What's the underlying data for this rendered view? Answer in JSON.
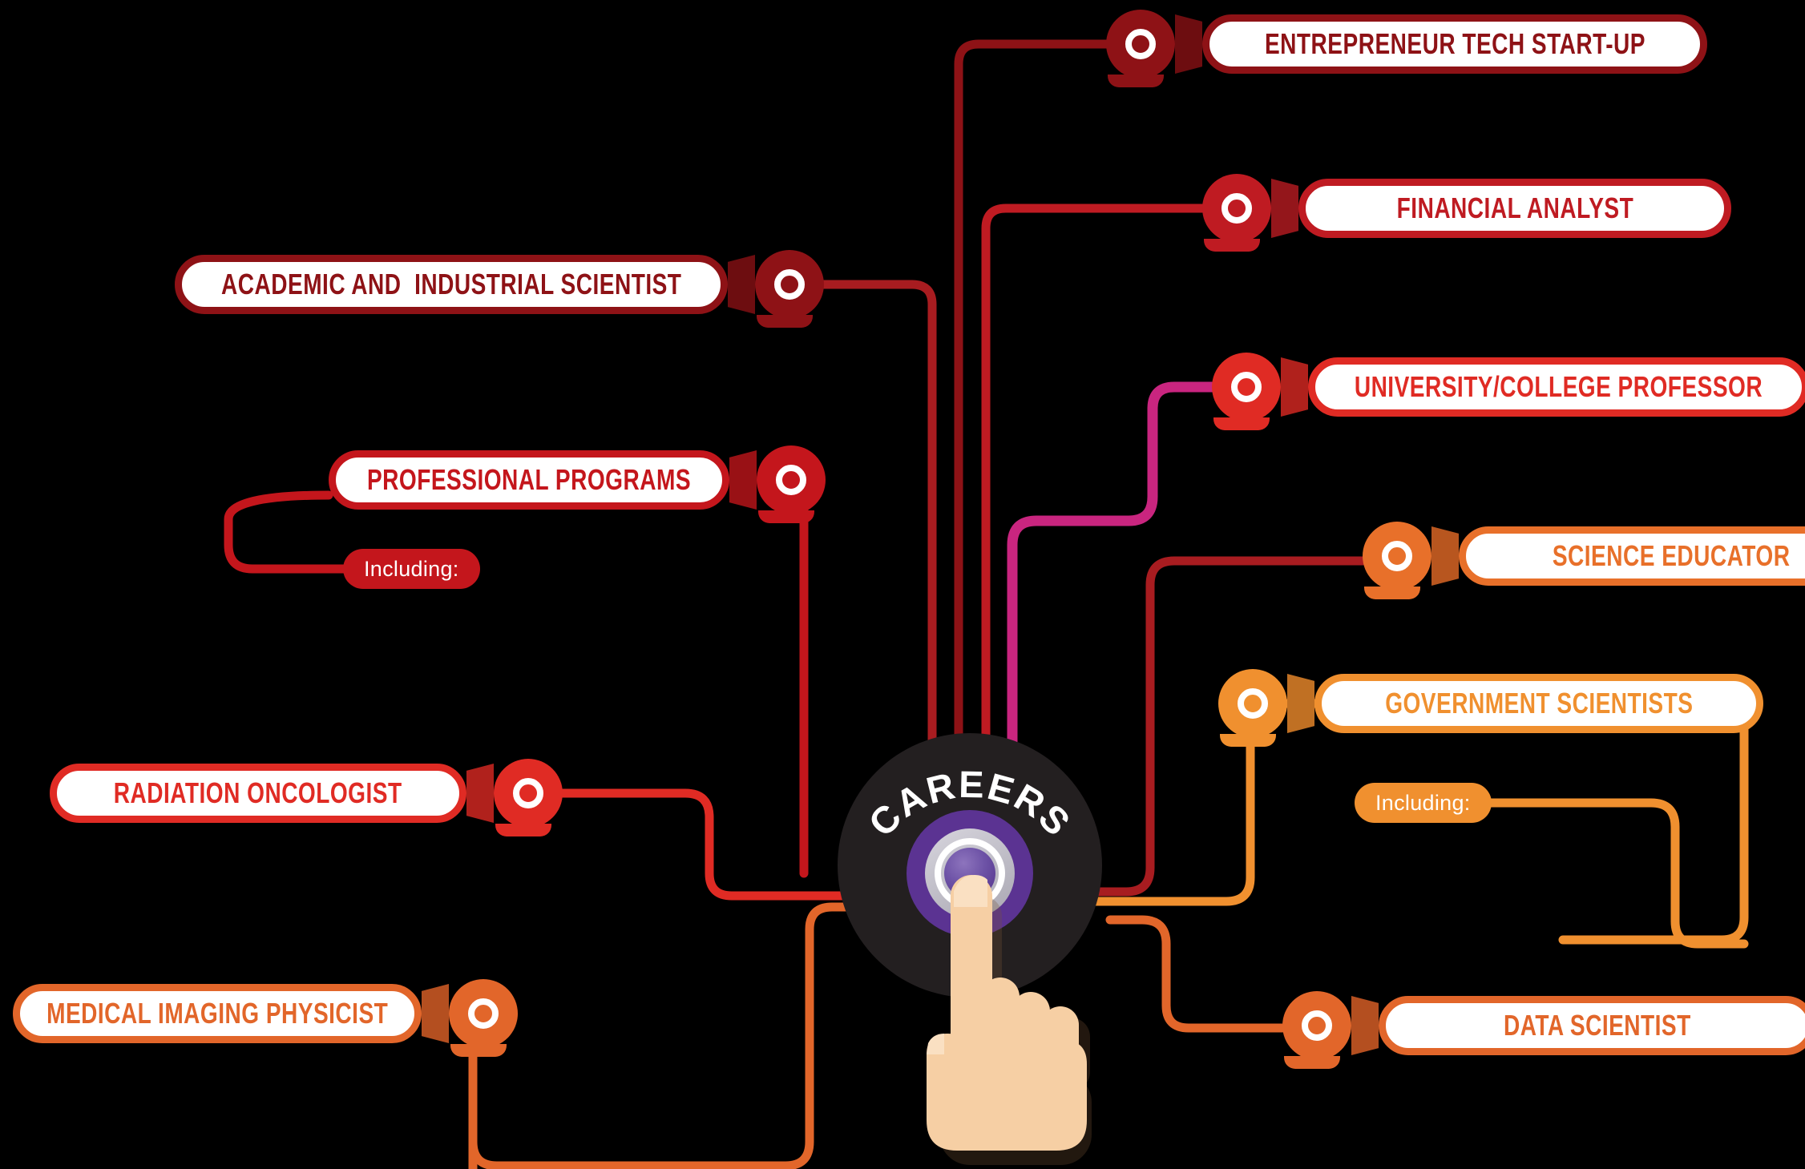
{
  "hub": {
    "title": "CAREERS",
    "disc_color": "#231f20",
    "button_color": "#5b3392",
    "hand_color": "#f6cfa4"
  },
  "colors": {
    "dark_red": "#8e1216",
    "deep_red": "#a81c20",
    "mid_red": "#c4161c",
    "bright_red": "#e02b24",
    "crimson": "#d8262c",
    "magenta": "#c9257f",
    "orange_deep": "#e2662a",
    "orange": "#e8762c",
    "orange_light": "#f0902f",
    "white": "#ffffff",
    "black": "#000000"
  },
  "nodes": [
    {
      "id": "entrepreneur-tech-start-up",
      "label": "ENTREPRENEUR TECH START-UP",
      "color": "#8e1216",
      "text_color": "#8e1216",
      "side": "right"
    },
    {
      "id": "financial-analyst",
      "label": "FINANCIAL ANALYST",
      "color": "#bf1b22",
      "text_color": "#bf1b22",
      "side": "right"
    },
    {
      "id": "university-college-professor",
      "label": "UNIVERSITY/COLLEGE PROFESSOR",
      "color": "#e02b24",
      "text_color": "#e02b24",
      "side": "right"
    },
    {
      "id": "science-educator",
      "label": "SCIENCE EDUCATOR",
      "color": "#e8702a",
      "text_color": "#e8702a",
      "side": "right"
    },
    {
      "id": "government-scientists",
      "label": "GOVERNMENT SCIENTISTS",
      "color": "#f0902f",
      "text_color": "#f0902f",
      "side": "right"
    },
    {
      "id": "data-scientist",
      "label": "DATA SCIENTIST",
      "color": "#e2662a",
      "text_color": "#e2662a",
      "side": "right"
    },
    {
      "id": "academic-and-industrial-scientist",
      "label": "ACADEMIC AND  INDUSTRIAL SCIENTIST",
      "color": "#8e1216",
      "text_color": "#8e1216",
      "side": "left"
    },
    {
      "id": "professional-programs",
      "label": "PROFESSIONAL PROGRAMS",
      "color": "#c4161c",
      "text_color": "#c4161c",
      "side": "left"
    },
    {
      "id": "radiation-oncologist",
      "label": "RADIATION ONCOLOGIST",
      "color": "#e02b24",
      "text_color": "#e02b24",
      "side": "left"
    },
    {
      "id": "medical-imaging-physicist",
      "label": "MEDICAL IMAGING PHYSICIST",
      "color": "#e2662a",
      "text_color": "#e2662a",
      "side": "left"
    }
  ],
  "including_tags": [
    {
      "id": "including-left",
      "label": "Including:",
      "color": "#c4161c"
    },
    {
      "id": "including-right",
      "label": "Including:",
      "color": "#f0902f"
    }
  ]
}
